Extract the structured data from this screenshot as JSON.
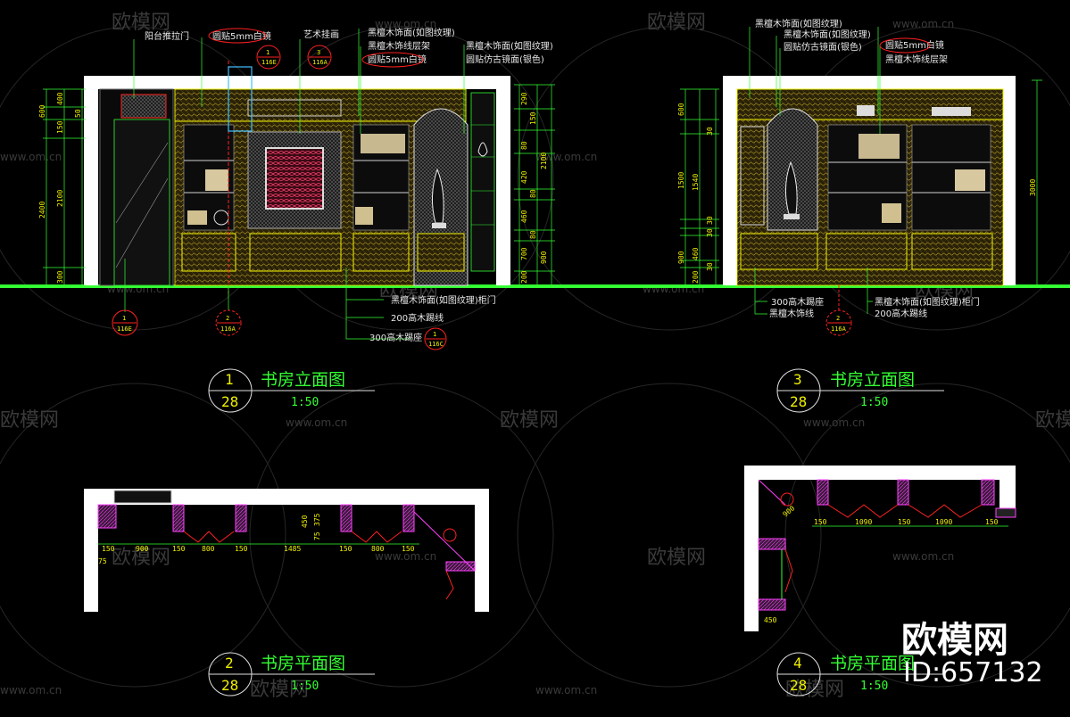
{
  "watermarks": {
    "brand": "欧模网",
    "site": "www.om.cn",
    "site_short": "www.om.cn"
  },
  "badge": {
    "brand": "欧模网",
    "id": "ID:657132"
  },
  "panels": {
    "elev1": {
      "number": "1",
      "sheet": "28",
      "title": "书房立面图",
      "scale": "1:50",
      "labels_top": [
        "阳台推拉门",
        "圆贴5mm白镜",
        "艺术挂画",
        "黑檀木饰面(如图纹理)",
        "黑檀木饰线层架",
        "圆贴5mm白镜",
        "黑檀木饰面(如图纹理)",
        "圆贴仿古镜面(银色)"
      ],
      "labels_bottom": [
        "黑檀木饰面(如图纹理)柜门",
        "200高木踢线",
        "300高木踢座"
      ],
      "refs": [
        {
          "n": "1",
          "s": "116E"
        },
        {
          "n": "3",
          "s": "116A"
        },
        {
          "n": "1",
          "s": "116E"
        },
        {
          "n": "2",
          "s": "116A"
        },
        {
          "n": "1",
          "s": "116C"
        }
      ],
      "dims_left": [
        "400",
        "600",
        "150",
        "50",
        "2100",
        "2400",
        "300"
      ],
      "dims_right": [
        "290",
        "150",
        "80",
        "420",
        "80",
        "460",
        "80",
        "700",
        "200",
        "900",
        "2100"
      ]
    },
    "elev3": {
      "number": "3",
      "sheet": "28",
      "title": "书房立面图",
      "scale": "1:50",
      "labels_top": [
        "黑檀木饰面(如图纹理)",
        "黑檀木饰面(如图纹理)",
        "圆贴仿古镜面(银色)",
        "圆贴5mm白镜",
        "黑檀木饰线层架"
      ],
      "labels_bottom": [
        "300高木踢座",
        "黑檀木饰线",
        "黑檀木饰面(如图纹理)柜门",
        "200高木踢线"
      ],
      "refs": [
        {
          "n": "2",
          "s": "116A"
        }
      ],
      "dims_left": [
        "600",
        "30",
        "1540",
        "1500",
        "30",
        "30",
        "460",
        "30",
        "900",
        "200"
      ],
      "dims_right": [
        "3000"
      ]
    },
    "plan2": {
      "number": "2",
      "sheet": "28",
      "title": "书房平面图",
      "scale": "1:50",
      "dims": [
        "150",
        "900",
        "150",
        "800",
        "150",
        "1485",
        "150",
        "800",
        "150",
        "450",
        "375",
        "75",
        "75"
      ]
    },
    "plan4": {
      "number": "4",
      "sheet": "28",
      "title": "书房平面图",
      "scale": "1:50",
      "dims": [
        "900",
        "150",
        "1090",
        "150",
        "1090",
        "150",
        "450"
      ]
    }
  },
  "colors": {
    "background": "#000000",
    "cad_green": "#33ff33",
    "cad_yellow": "#f0f000",
    "cad_red": "#ff2020",
    "cad_magenta": "#ff40ff",
    "cad_cyan": "#40c0ff",
    "cad_white": "#ffffff"
  }
}
